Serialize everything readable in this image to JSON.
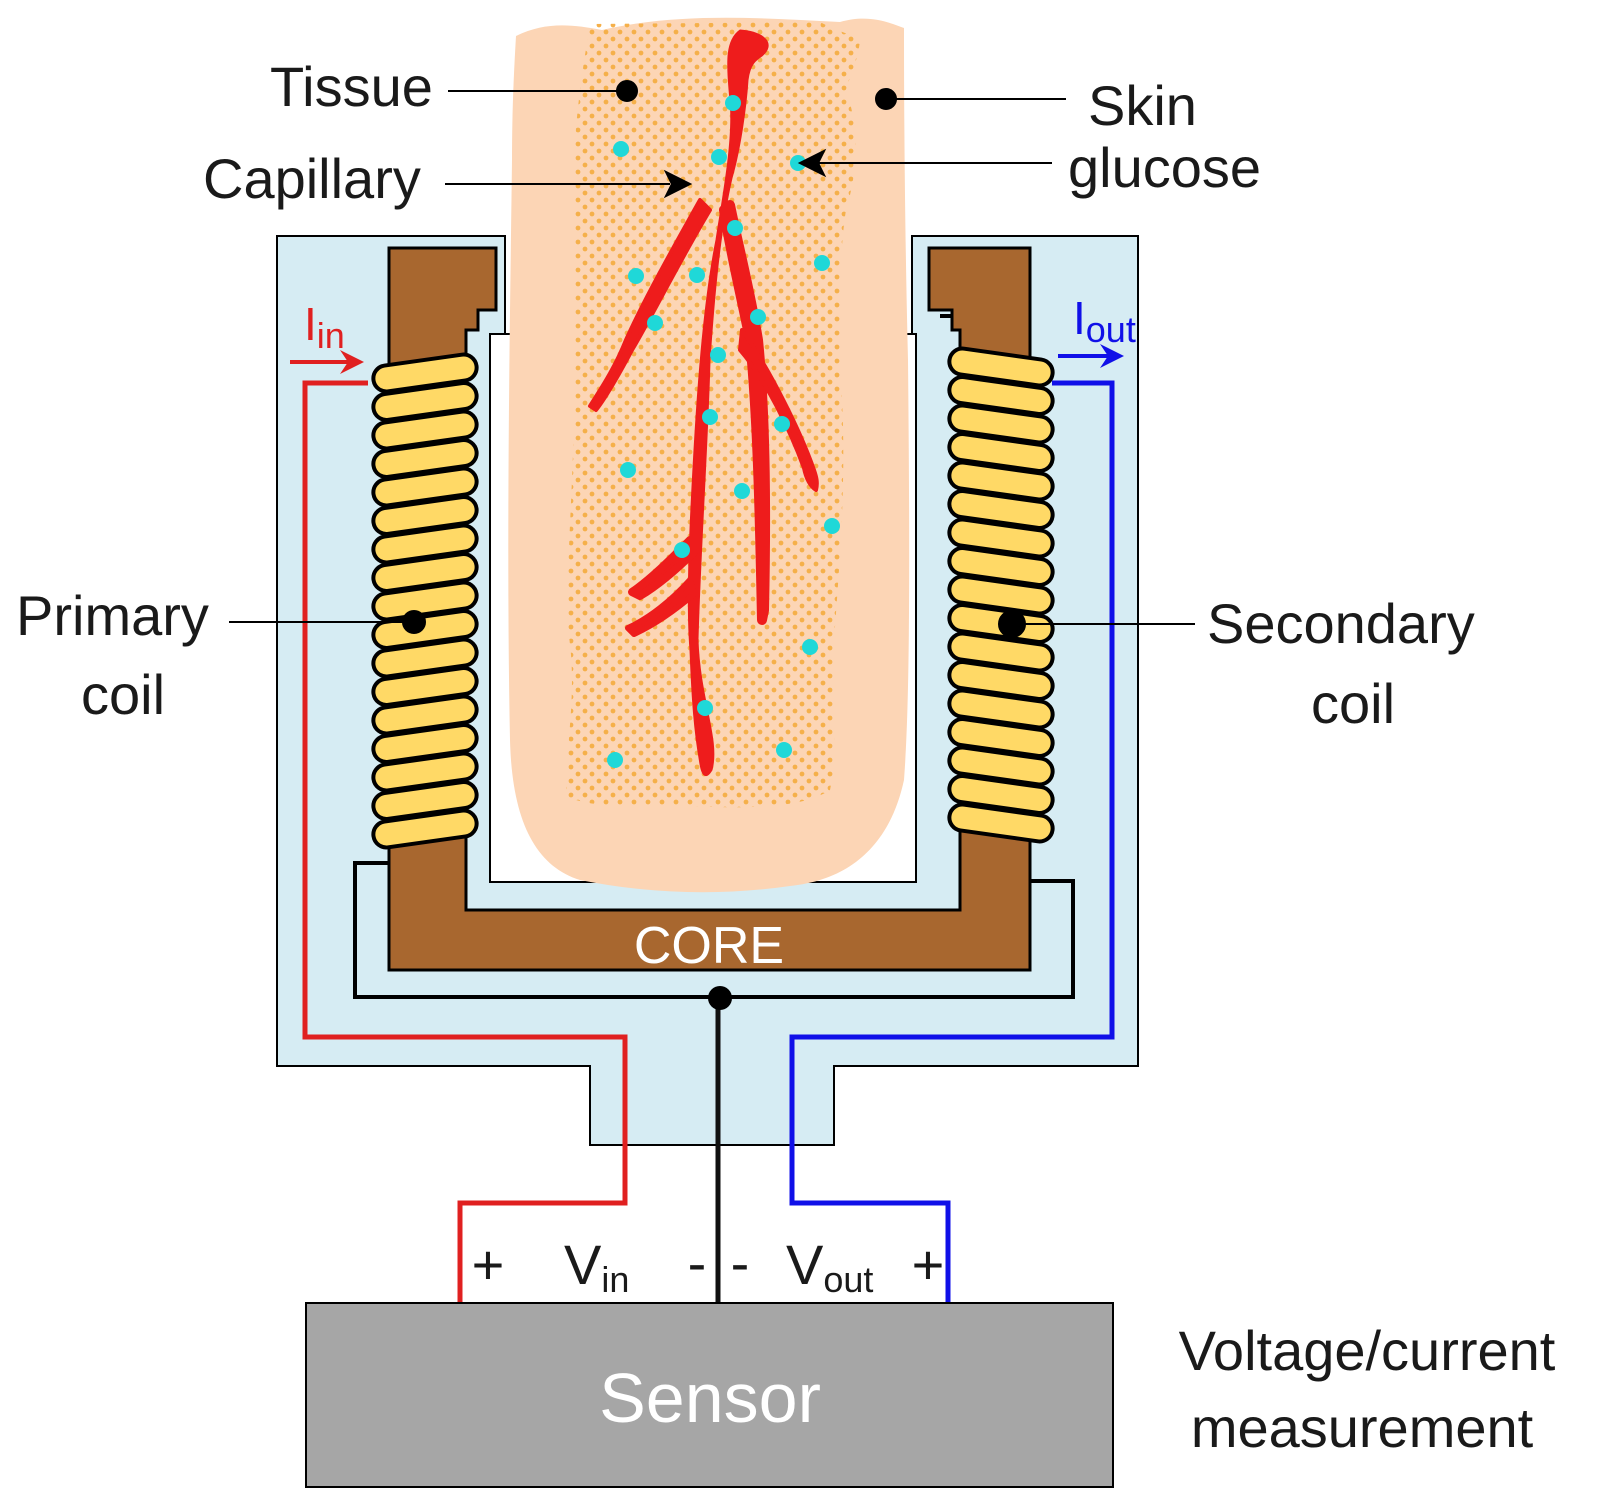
{
  "labels": {
    "tissue": "Tissue",
    "capillary": "Capillary",
    "skin": "Skin",
    "glucose": "glucose",
    "primary_1": "Primary",
    "primary_2": "coil",
    "secondary_1": "Secondary",
    "secondary_2": "coil",
    "core": "CORE",
    "sensor": "Sensor",
    "measurement_1": "Voltage/current",
    "measurement_2": "measurement",
    "i_in_main": "I",
    "i_in_sub": "in",
    "i_out_main": "I",
    "i_out_sub": "out",
    "v_in_main": "V",
    "v_in_sub": "in",
    "v_out_main": "V",
    "v_out_sub": "out",
    "plus": "+",
    "minus": "-"
  },
  "colors": {
    "housing": "#d6ecf3",
    "core": "#a8672f",
    "coil": "#ffd966",
    "skin": "#fcd5b5",
    "tissue_dots": "#f5b04a",
    "capillary": "#ee1c1c",
    "glucose": "#1fd8d8",
    "primary_wire": "#e02020",
    "secondary_wire": "#1010e8",
    "sensor": "#a6a6a6",
    "sensor_text": "#ffffff",
    "core_text": "#ffffff",
    "outline": "#000000"
  },
  "icons": [
    "primary-coil-icon",
    "secondary-coil-icon",
    "capillary-icon",
    "glucose-molecule-icon",
    "current-arrow-icon"
  ]
}
